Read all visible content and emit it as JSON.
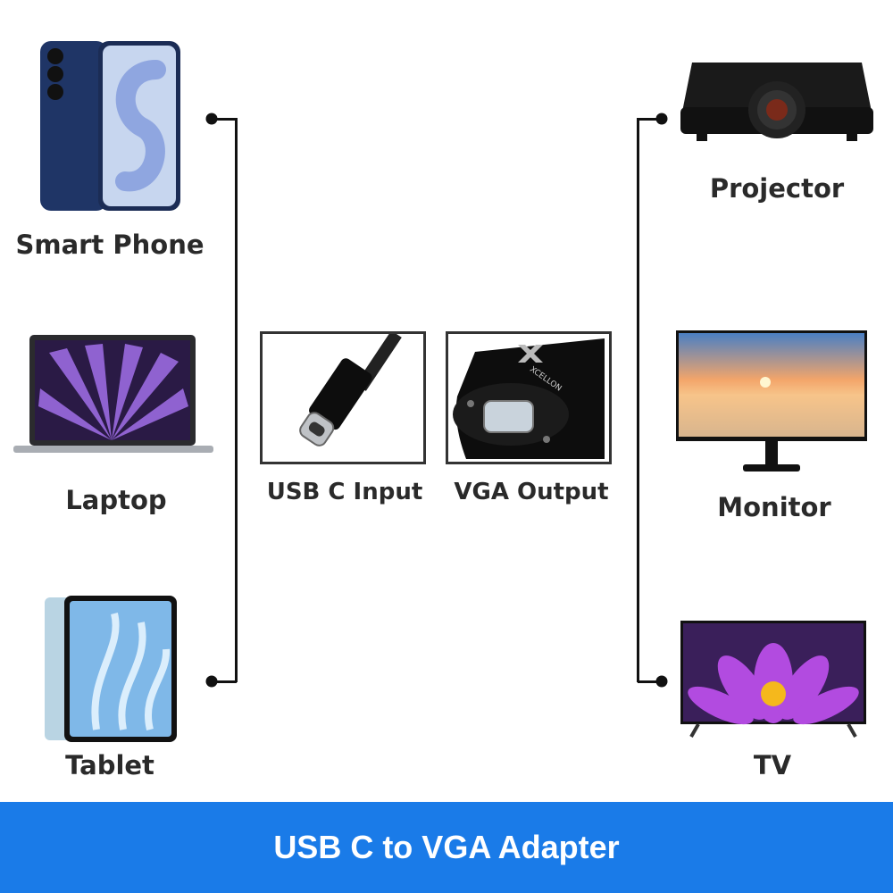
{
  "inputs": [
    {
      "label": "Smart Phone",
      "icon": "smartphone-icon"
    },
    {
      "label": "Laptop",
      "icon": "laptop-icon"
    },
    {
      "label": "Tablet",
      "icon": "tablet-icon"
    }
  ],
  "adapter": {
    "input_label": "USB C Input",
    "output_label": "VGA Output",
    "brand": "XCELLON"
  },
  "outputs": [
    {
      "label": "Projector",
      "icon": "projector-icon"
    },
    {
      "label": "Monitor",
      "icon": "monitor-icon"
    },
    {
      "label": "TV",
      "icon": "tv-icon"
    }
  ],
  "banner": {
    "title": "USB C to VGA Adapter",
    "color": "#1a7be8"
  }
}
